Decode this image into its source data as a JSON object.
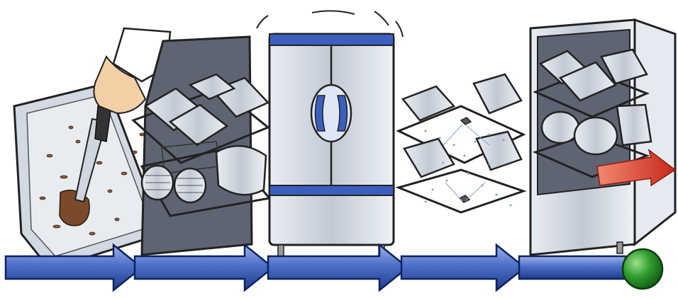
{
  "diagram": {
    "type": "process-flow-illustration",
    "text_labels": [],
    "stages": [
      {
        "id": "scrape-tray",
        "icon": "hand-scraping-tray-icon"
      },
      {
        "id": "rack-with-dishes",
        "icon": "dish-rack-icon"
      },
      {
        "id": "washing-cabinet",
        "icon": "dishwasher-cabinet-icon"
      },
      {
        "id": "spray-wash",
        "icon": "spray-wash-icon"
      },
      {
        "id": "clean-storage-cabinet",
        "icon": "storage-cabinet-icon"
      }
    ],
    "arrows_count": 4,
    "end_marker": "green-circle-icon"
  },
  "colors": {
    "arrow": "#2a4fa3",
    "arrow_highlight": "#8fa7e0",
    "cabinet_dark": "#5f6472",
    "steel": "#d8dde6",
    "steel_dark": "#9aa3b0",
    "blue_band": "#3c5fbf",
    "end_green": "#2f9d2f",
    "red_arrow": "#d9361f",
    "tray": "#c9d0d9",
    "food_brown": "#7a4a2a",
    "hand": "#f2cfa5"
  }
}
